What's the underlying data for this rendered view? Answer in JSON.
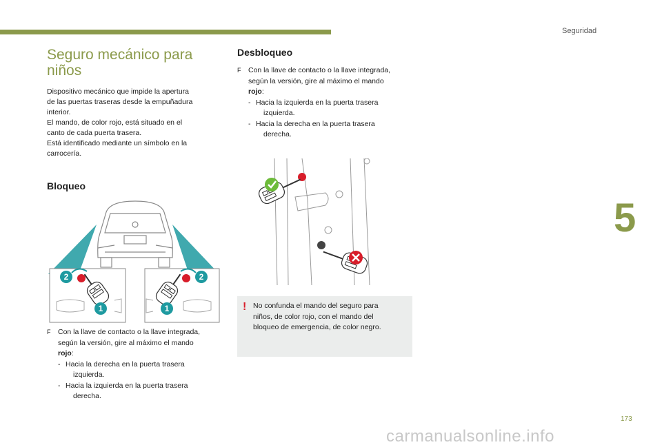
{
  "header": {
    "section": "Seguridad"
  },
  "chapter": {
    "number": "5"
  },
  "page": {
    "number": "173"
  },
  "watermark": "carmanualsonline.info",
  "left": {
    "title": "Seguro mecánico para niños",
    "intro": [
      "Dispositivo mecánico que impide la apertura",
      "de las puertas traseras desde la empuñadura",
      "interior.",
      "El mando, de color rojo, está situado en el",
      "canto de cada puerta trasera.",
      "Está identificado mediante un símbolo en la",
      "carrocería."
    ],
    "heading": "Bloqueo",
    "figure": {
      "badge_1": "1",
      "badge_2": "2"
    },
    "bullet": {
      "mark": "F",
      "line1": "Con la llave de contacto o la llave integrada,",
      "line2": "según la versión, gire al máximo el mando",
      "bold": "rojo",
      "colon": ":",
      "subs": [
        {
          "dash": "-",
          "line1": "Hacia la derecha en la puerta trasera",
          "line2": "izquierda."
        },
        {
          "dash": "-",
          "line1": "Hacia la izquierda en la puerta trasera",
          "line2": "derecha."
        }
      ]
    }
  },
  "right": {
    "heading": "Desbloqueo",
    "bullet": {
      "mark": "F",
      "line1": "Con la llave de contacto o la llave integrada,",
      "line2": "según la versión, gire al máximo el mando",
      "bold": "rojo",
      "colon": ":",
      "subs": [
        {
          "dash": "-",
          "line1": "Hacia la izquierda en la puerta trasera",
          "line2": "izquierda."
        },
        {
          "dash": "-",
          "line1": "Hacia la derecha en la puerta trasera",
          "line2": "derecha."
        }
      ]
    },
    "note": {
      "mark": "!",
      "lines": [
        "No confunda el mando del seguro para",
        "niños, de color rojo, con el mando del",
        "bloqueo de emergencia, de color negro."
      ]
    }
  },
  "colors": {
    "accent": "#8b9a4b",
    "callout": "#1e9aa0",
    "lock_red": "#d81d2a",
    "ok_green": "#6dbb3a",
    "note_bg": "#ebedec"
  },
  "icons": [
    "warning-icon",
    "check-icon",
    "cross-icon",
    "key-icon"
  ]
}
